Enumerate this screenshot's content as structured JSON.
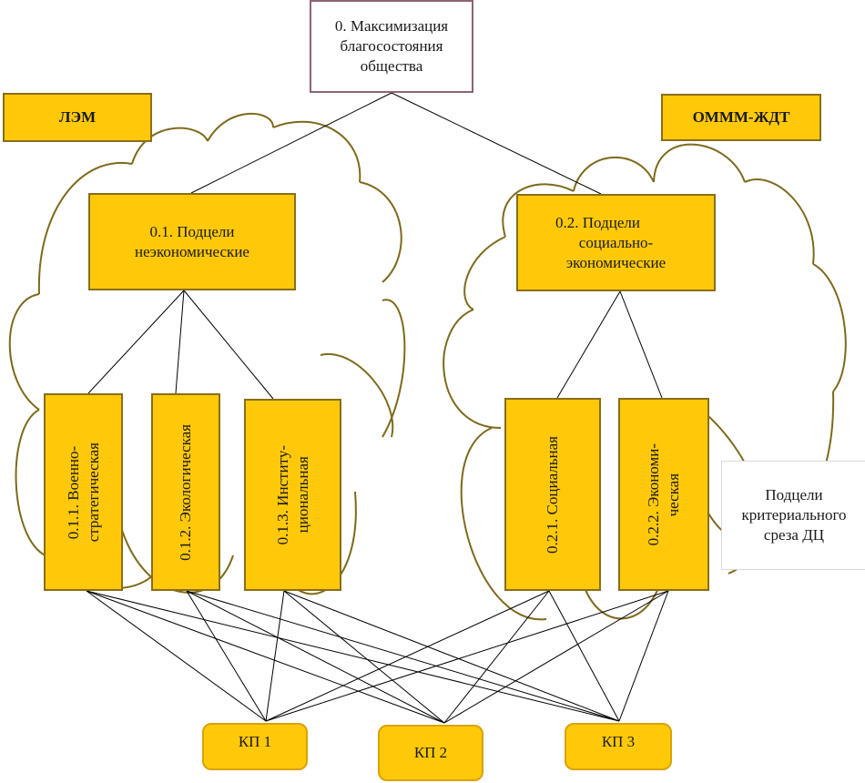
{
  "diagram": {
    "root": {
      "label_lines": [
        "0. Максимизация",
        "благосостояния",
        "общества"
      ]
    },
    "tags": {
      "left": "ЛЭМ",
      "right": "ОММM-ЖДТ"
    },
    "subgoals": {
      "s01": {
        "label_lines": [
          "0.1. Подцели",
          "неэкономические"
        ]
      },
      "s02": {
        "label_lines": [
          "0.2. Подцели",
          "социально-",
          "экономические"
        ]
      }
    },
    "leaves": {
      "l011": {
        "label_lines": [
          "0.1.1. Военно-",
          "стратегическая"
        ]
      },
      "l012": {
        "label_lines": [
          "0.1.2. Экологическая"
        ]
      },
      "l013": {
        "label_lines": [
          "0.1.3. Институ-",
          "циональная"
        ]
      },
      "l021": {
        "label_lines": [
          "0.2.1. Социальная"
        ]
      },
      "l022": {
        "label_lines": [
          "0.2.2. Экономи-",
          "ческая"
        ]
      }
    },
    "criteria_note": {
      "label_lines": [
        "Подцели",
        "критериального",
        "среза ДЦ"
      ]
    },
    "outputs": {
      "kp1": "КП 1",
      "kp2": "КП 2",
      "kp3": "КП 3"
    },
    "edges": [
      [
        "root",
        "s01"
      ],
      [
        "root",
        "s02"
      ],
      [
        "s01",
        "l011"
      ],
      [
        "s01",
        "l012"
      ],
      [
        "s01",
        "l013"
      ],
      [
        "s02",
        "l021"
      ],
      [
        "s02",
        "l022"
      ],
      [
        "l011",
        "kp1"
      ],
      [
        "l011",
        "kp2"
      ],
      [
        "l011",
        "kp3"
      ],
      [
        "l012",
        "kp1"
      ],
      [
        "l012",
        "kp2"
      ],
      [
        "l012",
        "kp3"
      ],
      [
        "l013",
        "kp1"
      ],
      [
        "l013",
        "kp2"
      ],
      [
        "l013",
        "kp3"
      ],
      [
        "l021",
        "kp1"
      ],
      [
        "l021",
        "kp2"
      ],
      [
        "l021",
        "kp3"
      ],
      [
        "l022",
        "kp1"
      ],
      [
        "l022",
        "kp2"
      ],
      [
        "l022",
        "kp3"
      ]
    ],
    "colors": {
      "node_fill": "#ffc90a",
      "node_border": "#8a6d1a",
      "cloud_stroke": "#7d6a1c",
      "root_border": "#8c6470"
    }
  }
}
